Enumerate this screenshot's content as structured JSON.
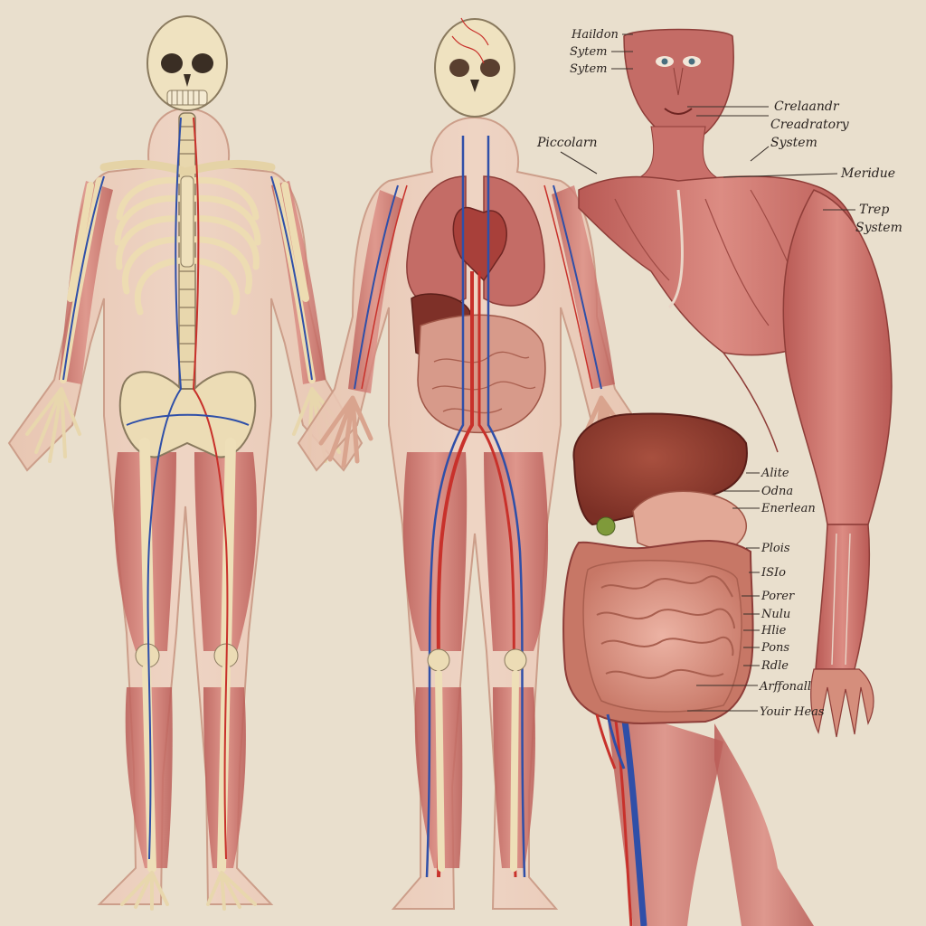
{
  "figures": [
    {
      "id": "skeletal",
      "description_name": "skeleton-with-muscles-figure"
    },
    {
      "id": "organs",
      "description_name": "organs-circulatory-figure"
    },
    {
      "id": "muscular",
      "description_name": "muscular-torso-arm-figure"
    },
    {
      "id": "digestive",
      "description_name": "digestive-organs-inset"
    }
  ],
  "labels": {
    "head_system": [
      "Haildon",
      "Sytem",
      "Sytem"
    ],
    "left_upper": "Piccolarn",
    "circulatory": [
      "Crelaandr",
      "Creadratory",
      "System"
    ],
    "meridue": "Meridue",
    "trep": [
      "Trep",
      "System"
    ],
    "digestive": [
      "Alite",
      "Odna",
      "Enerlean",
      "Plois",
      "ISIo",
      "Porer",
      "Nulu",
      "Hlie",
      "Pons",
      "Rdle",
      "Arffonall",
      "Youir Heas"
    ]
  },
  "colors": {
    "background": "#e9dfcd",
    "bone": "#ecdcb5",
    "muscle": "#c9706a",
    "artery": "#c8312b",
    "vein": "#2f4fa8",
    "liver": "#8c3a2f",
    "intestine": "#d58e7c",
    "skin_outline": "#d9a48e"
  }
}
